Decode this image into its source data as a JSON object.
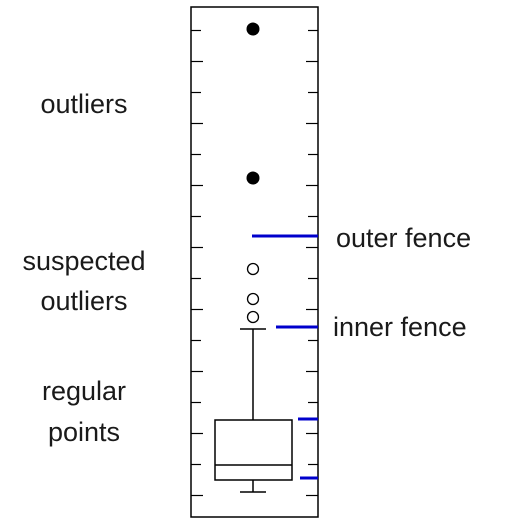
{
  "labels": {
    "outliers": "outliers",
    "suspected_line1": "suspected",
    "suspected_line2": "outliers",
    "regular_line1": "regular",
    "regular_line2": "points",
    "outer_fence": "outer fence",
    "inner_fence": "inner fence"
  },
  "colors": {
    "fence": "#0000cc",
    "ink": "#000000"
  }
}
